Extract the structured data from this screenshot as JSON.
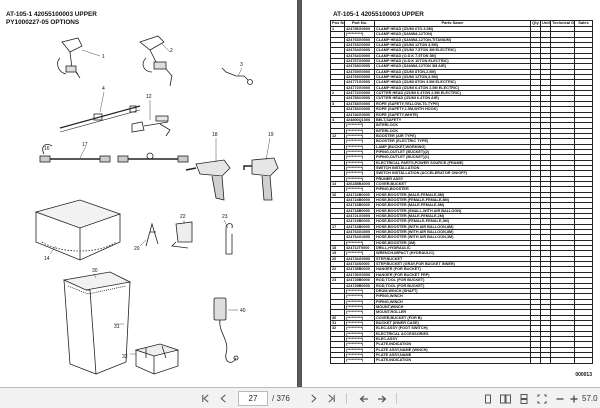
{
  "left_page": {
    "title_line1": "AT-105-1 42055100003 UPPER",
    "title_line2": "PY1000227-05 OPTIONS",
    "callouts": [
      "1",
      "2",
      "3",
      "4",
      "12",
      "14",
      "16",
      "17",
      "18",
      "19",
      "20",
      "22",
      "23",
      "30",
      "31",
      "32",
      "40"
    ]
  },
  "right_page": {
    "title": "AT-105-1 42055100003 UPPER",
    "headers": [
      "Pos No.",
      "Part No.",
      "Parts Name",
      "Qty",
      "Unit",
      "Technical Data",
      "Sales"
    ],
    "rows": [
      [
        "1",
        "424756G0000",
        "CLAMP HEAD (IZUMI 6TO.3.5M)"
      ],
      [
        "",
        "(**********)",
        "CLAMP HEAD (SANWA.12TON)"
      ],
      [
        "",
        "424763G0000",
        "CLAMP HEAD (SANWA.12TON,TITANIUM)"
      ],
      [
        "",
        "424763O0000",
        "CLAMP HEAD (IZUMI 12TON 3.5M)"
      ],
      [
        "",
        "424764G0000",
        "CLAMP HEAD (IZUMI 7.5TON 3M ELECTRIC)"
      ],
      [
        "",
        "424764O0000",
        "CLAMP HEAD (O.D.K 7.5TON 3M)"
      ],
      [
        "",
        "424767G0000",
        "CLAMP HEAD (O.D.K 10TON ELECTRIC)"
      ],
      [
        "",
        "424768O0000",
        "CLAMP HEAD (SANWA.12TON 3M AIR)"
      ],
      [
        "",
        "424769G0000",
        "CLAMP HEAD (IZUMI 8TON,2.5M)"
      ],
      [
        "",
        "424769O0000",
        "CLAMP HEAD (IZUMI 12TON,3.5M)"
      ],
      [
        "",
        "424771G0000",
        "CLAMP HEAD (IZUMI 8TON 3.5M ELECTRIC)"
      ],
      [
        "",
        "424772G0000",
        "CLAMP HEAD (IZUMI 6.4TON 2.5M ELECTRIC)"
      ],
      [
        "2",
        "424772O0000",
        "CUTTER HEAD (IZUMI 6.4TON 2.5M ELECTRIC)"
      ],
      [
        "",
        "424753O0000",
        "CUTTER HEAD (IZUMI 6.4TON AIR)"
      ],
      [
        "3",
        "424783G0000",
        "ROPE (SAFETY,YELLOW-T0-TYPE)"
      ],
      [
        "",
        "424783O0000",
        "ROPE (SAFETY,1.5M,WITH HOOK)"
      ],
      [
        "",
        "424784G0000",
        "ROPE (SAFETY,WHITE)"
      ],
      [
        "4",
        "424800Q1000",
        "BELT,SAFETY"
      ],
      [
        "",
        "(**********)",
        "INTERLOCK"
      ],
      [
        "",
        "(**********)",
        "INTERLOCK"
      ],
      [
        "12",
        "(**********)",
        "BOOSTER (AIR TYPE)"
      ],
      [
        "",
        "(**********)",
        "BOOSTER (ELECTRIC TYPE)"
      ],
      [
        "",
        "(**********)",
        "LAMP (BUCKET,WORKING)"
      ],
      [
        "",
        "(**********)",
        "PIPING,OUTLET (BUCKET)(2)"
      ],
      [
        "",
        "(**********)",
        "PIPING,OUTLET (BUCKET)(1)"
      ],
      [
        "",
        "(**********)",
        "ELECTRICAL PARTS,POWER SOURCE (FRAME)"
      ],
      [
        "",
        "(**********)",
        "SWITCH INSTALLATION"
      ],
      [
        "",
        "(**********)",
        "SWITCH INSTALLATION (ACCELERATOR ON/OFF)"
      ],
      [
        "",
        "(**********)",
        "PRUNER ASSY"
      ],
      [
        "14",
        "426285B4000",
        "COVER,BUCKET"
      ],
      [
        "",
        "(**********)",
        "PIPING,BOOSTER"
      ],
      [
        "16",
        "424716B0000",
        "HOSE,BOOSTER (MALE-FEMALE,8M)"
      ],
      [
        "",
        "424724B0000",
        "HOSE,BOOSTER (FEMALE-FEMALE,8M)"
      ],
      [
        "",
        "424716B0000",
        "HOSE,BOOSTER (MALE-FEMALE,8M)"
      ],
      [
        "",
        "424718B0000",
        "HOSE,BOOSTER (SMALL,WITH AIR BALLOON)"
      ],
      [
        "",
        "424721G0000",
        "HOSE,BOOSTER (MALE-FEMALE,2M)"
      ],
      [
        "",
        "424719B0000",
        "HOSE,BOOSTER (FEMALE-FEMALE,3M)"
      ],
      [
        "17",
        "424716B0000",
        "HOSE,BOOSTER (WITH AIR BALLOON,8M)"
      ],
      [
        "",
        "424763G4000",
        "HOSE,BOOSTER (WITH AIR BALLOON,8M)"
      ],
      [
        "",
        "424764G4000",
        "HOSE,BOOSTER (WITH AIR BALLOON,3M)"
      ],
      [
        "",
        "(**********)",
        "HOSE,BOOSTER (3M)"
      ],
      [
        "18",
        "424712T0000",
        "DRILL,HYDRAULIC"
      ],
      [
        "19",
        "(**********)",
        "WRENCH,IMPACT (HYDRAULIC)"
      ],
      [
        "20",
        "424734G0000",
        "STEP,BUCKET"
      ],
      [
        "",
        "424734S0000",
        "STEP,BUCKET (GRAY,FOR BUCKET INNER)"
      ],
      [
        "22",
        "424735B0000",
        "HANGER (FOR BUCKET)"
      ],
      [
        "",
        "424736G0000",
        "HANGER (FOR BUCKET FRP)"
      ],
      [
        "23",
        "424725B0000",
        "ROD,TOOL (FOR BUCKET)"
      ],
      [
        "",
        "424729B0000",
        "ROD,TOOL (FOR BUCKET)"
      ],
      [
        "",
        "(**********)",
        "DRUM,WINCH (SHAFT)"
      ],
      [
        "",
        "(**********)",
        "PIPING,WINCH"
      ],
      [
        "",
        "(**********)",
        "PIPING,WINCH"
      ],
      [
        "",
        "(**********)",
        "MOUNT,WINCH"
      ],
      [
        "",
        "(**********)",
        "MOUNT,ROLLER"
      ],
      [
        "30",
        "(**********)",
        "COVER,BUCKET (FOR B)"
      ],
      [
        "31",
        "(**********)",
        "BUCKET (INNER CASE)"
      ],
      [
        "32",
        "(**********)",
        "ELEC.ASSY (FOOT SWITCH)"
      ],
      [
        "",
        "(**********)",
        "ELECTRICAL ACCESSORIES"
      ],
      [
        "",
        "(**********)",
        "ELEC.ASSY"
      ],
      [
        "",
        "(**********)",
        "PLATE,INDICATION"
      ],
      [
        "",
        "(**********)",
        "PLATE ASSY,NAME (WINCH)"
      ],
      [
        "",
        "(**********)",
        "PLATE ASSY,NAME"
      ],
      [
        "",
        "(**********)",
        "PLATE,INDICATION"
      ]
    ],
    "footer_code": "000013"
  },
  "toolbar": {
    "page_current": "27",
    "page_total": "/ 376",
    "zoom": "57.0"
  }
}
